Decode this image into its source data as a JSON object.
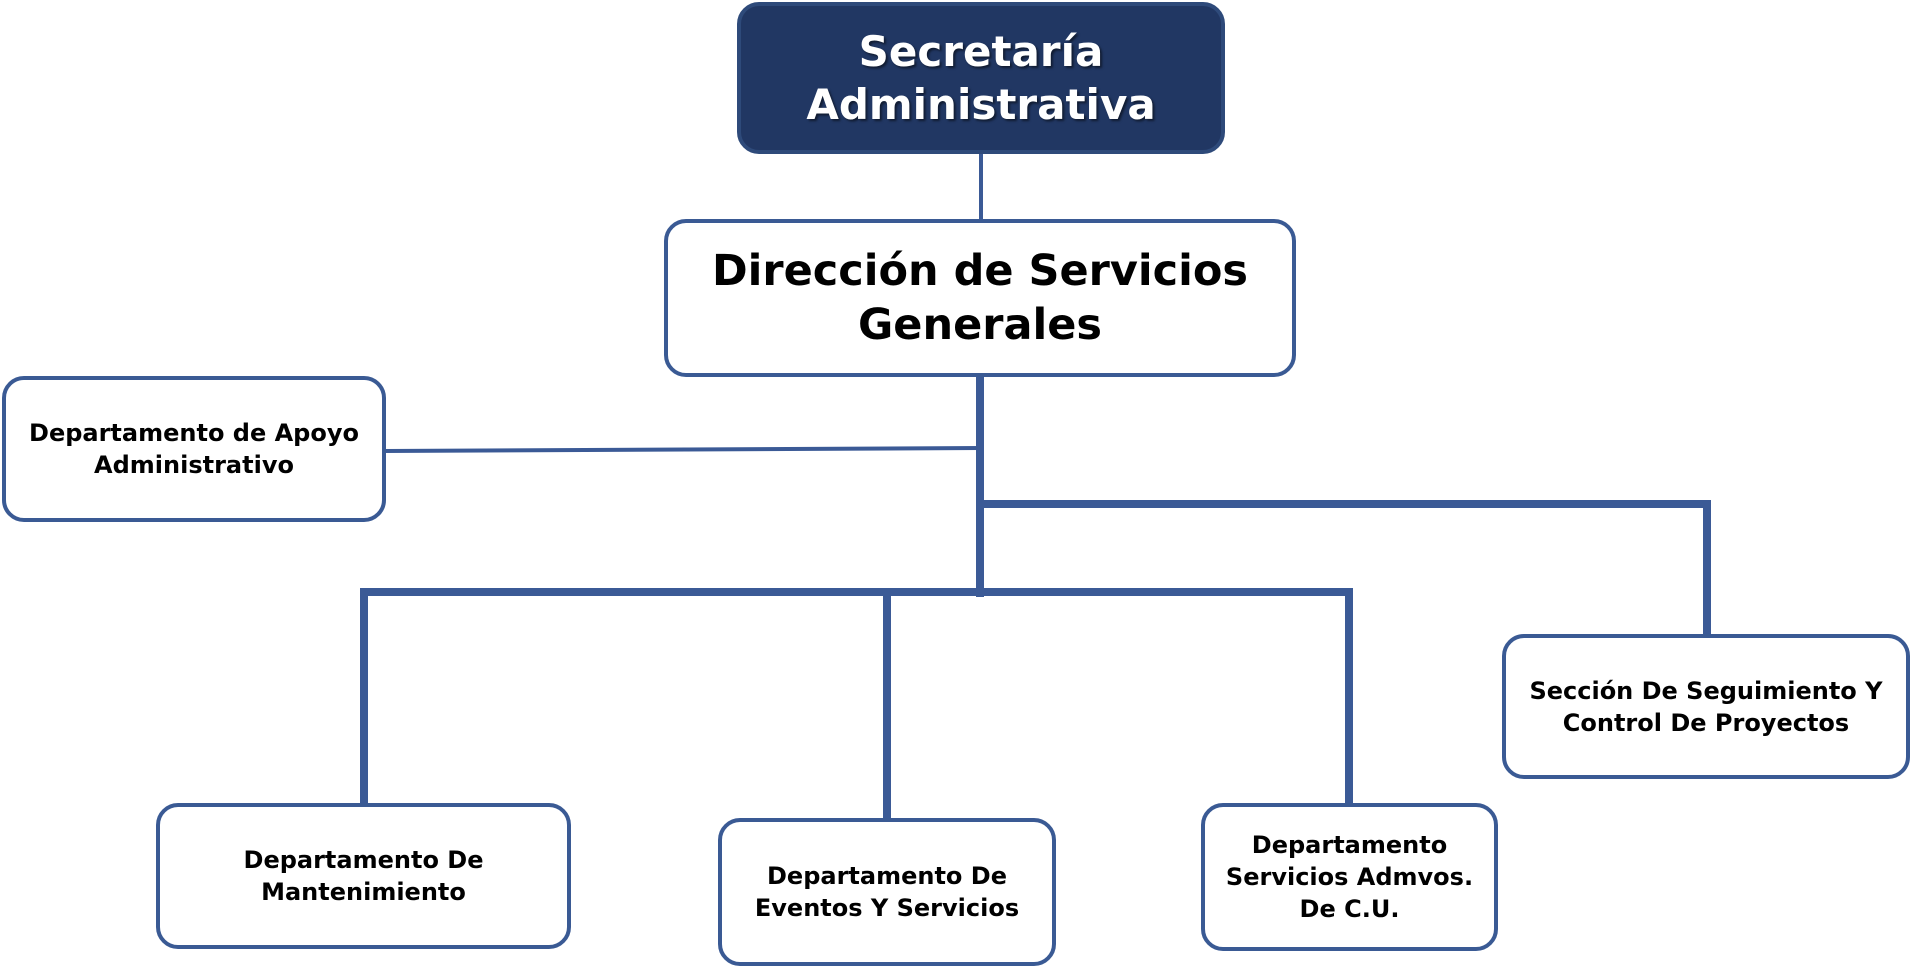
{
  "diagram": {
    "type": "org-chart",
    "colors": {
      "top_fill": "#213763",
      "border": "#3a5a94",
      "connector": "#3b5a96",
      "text_dark": "#000000",
      "text_light": "#ffffff"
    },
    "nodes": {
      "top": "Secretaría\nAdministrativa",
      "direccion": "Dirección de Servicios\nGenerales",
      "apoyo": "Departamento de Apoyo\nAdministrativo",
      "seccion": "Sección De Seguimiento Y\nControl De Proyectos",
      "mantenimiento": "Departamento De\nMantenimiento",
      "eventos": "Departamento De\nEventos Y Servicios",
      "servicios_cu": "Departamento\nServicios Admvos.\nDe C.U."
    },
    "edges": [
      {
        "from": "top",
        "to": "direccion"
      },
      {
        "from": "direccion",
        "to": "apoyo"
      },
      {
        "from": "direccion",
        "to": "seccion"
      },
      {
        "from": "direccion",
        "to": "mantenimiento"
      },
      {
        "from": "direccion",
        "to": "eventos"
      },
      {
        "from": "direccion",
        "to": "servicios_cu"
      }
    ]
  }
}
